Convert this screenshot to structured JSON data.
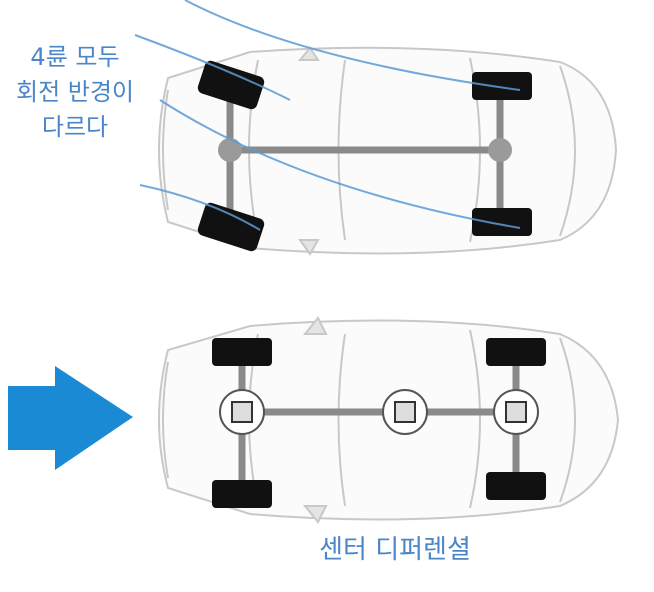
{
  "diagram": {
    "top_caption": [
      "4륜 모두",
      "회전 반경이",
      "다르다"
    ],
    "bottom_caption": "센터 디퍼렌셜",
    "colors": {
      "caption": "#4a86c8",
      "arrow": "#1a8ad4",
      "turn_lines": "#5b9bd5",
      "axle": "#8a8a8a",
      "tire": "#111111",
      "car_outline": "#c8c8c8"
    },
    "icons": [
      "direction-arrow-icon",
      "car-body-icon",
      "tire-icon",
      "differential-icon"
    ]
  }
}
